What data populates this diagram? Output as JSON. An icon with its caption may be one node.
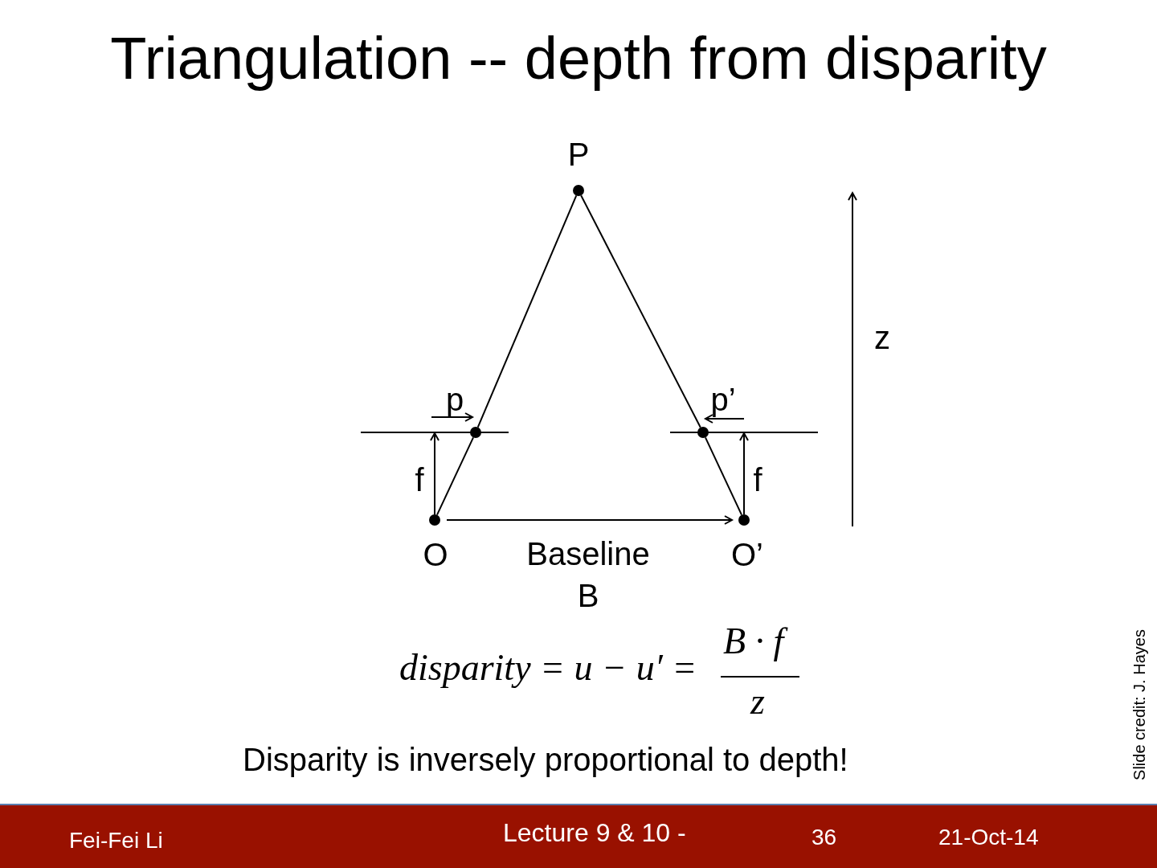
{
  "diagram": {
    "title": "Triangulation -- depth from disparity",
    "nodes": [
      {
        "text": [],
        "shape": "circle",
        "beside": [
          "P"
        ]
      },
      {
        "text": [],
        "shape": "circle",
        "beside": [
          "p"
        ]
      },
      {
        "text": [],
        "shape": "circle",
        "beside": [
          "p’"
        ]
      },
      {
        "text": [],
        "shape": "line"
      },
      {
        "text": [],
        "shape": "line"
      },
      {
        "text": [],
        "shape": "circle",
        "beside": [
          "O"
        ]
      },
      {
        "text": [],
        "shape": "circle",
        "beside": [
          "O’"
        ]
      }
    ],
    "edges": [
      {
        "from": 0,
        "to": 1,
        "arrow": "none"
      },
      {
        "from": 1,
        "to": 5,
        "arrow": "none"
      },
      {
        "from": 0,
        "to": 2,
        "arrow": "none"
      },
      {
        "from": 2,
        "to": 6,
        "arrow": "none"
      },
      {
        "from": 5,
        "to": 6,
        "arrow": "to",
        "label": "Baseline B"
      },
      {
        "from": 5,
        "to": 3,
        "arrow": "to",
        "label": "f"
      },
      {
        "from": 6,
        "to": 4,
        "arrow": "to",
        "label": "f"
      },
      {
        "from": null,
        "to": 1,
        "arrow": "to"
      },
      {
        "from": null,
        "to": 2,
        "arrow": "to"
      }
    ],
    "labels": [
      "z",
      "disparity = u − u′ =",
      "B · f",
      "z",
      "Disparity is inversely proportional to depth!",
      "Slide credit: J. Hayes",
      "Fei-Fei Li",
      "Lecture 9 & 10 -",
      "36",
      "21-Oct-14"
    ]
  }
}
